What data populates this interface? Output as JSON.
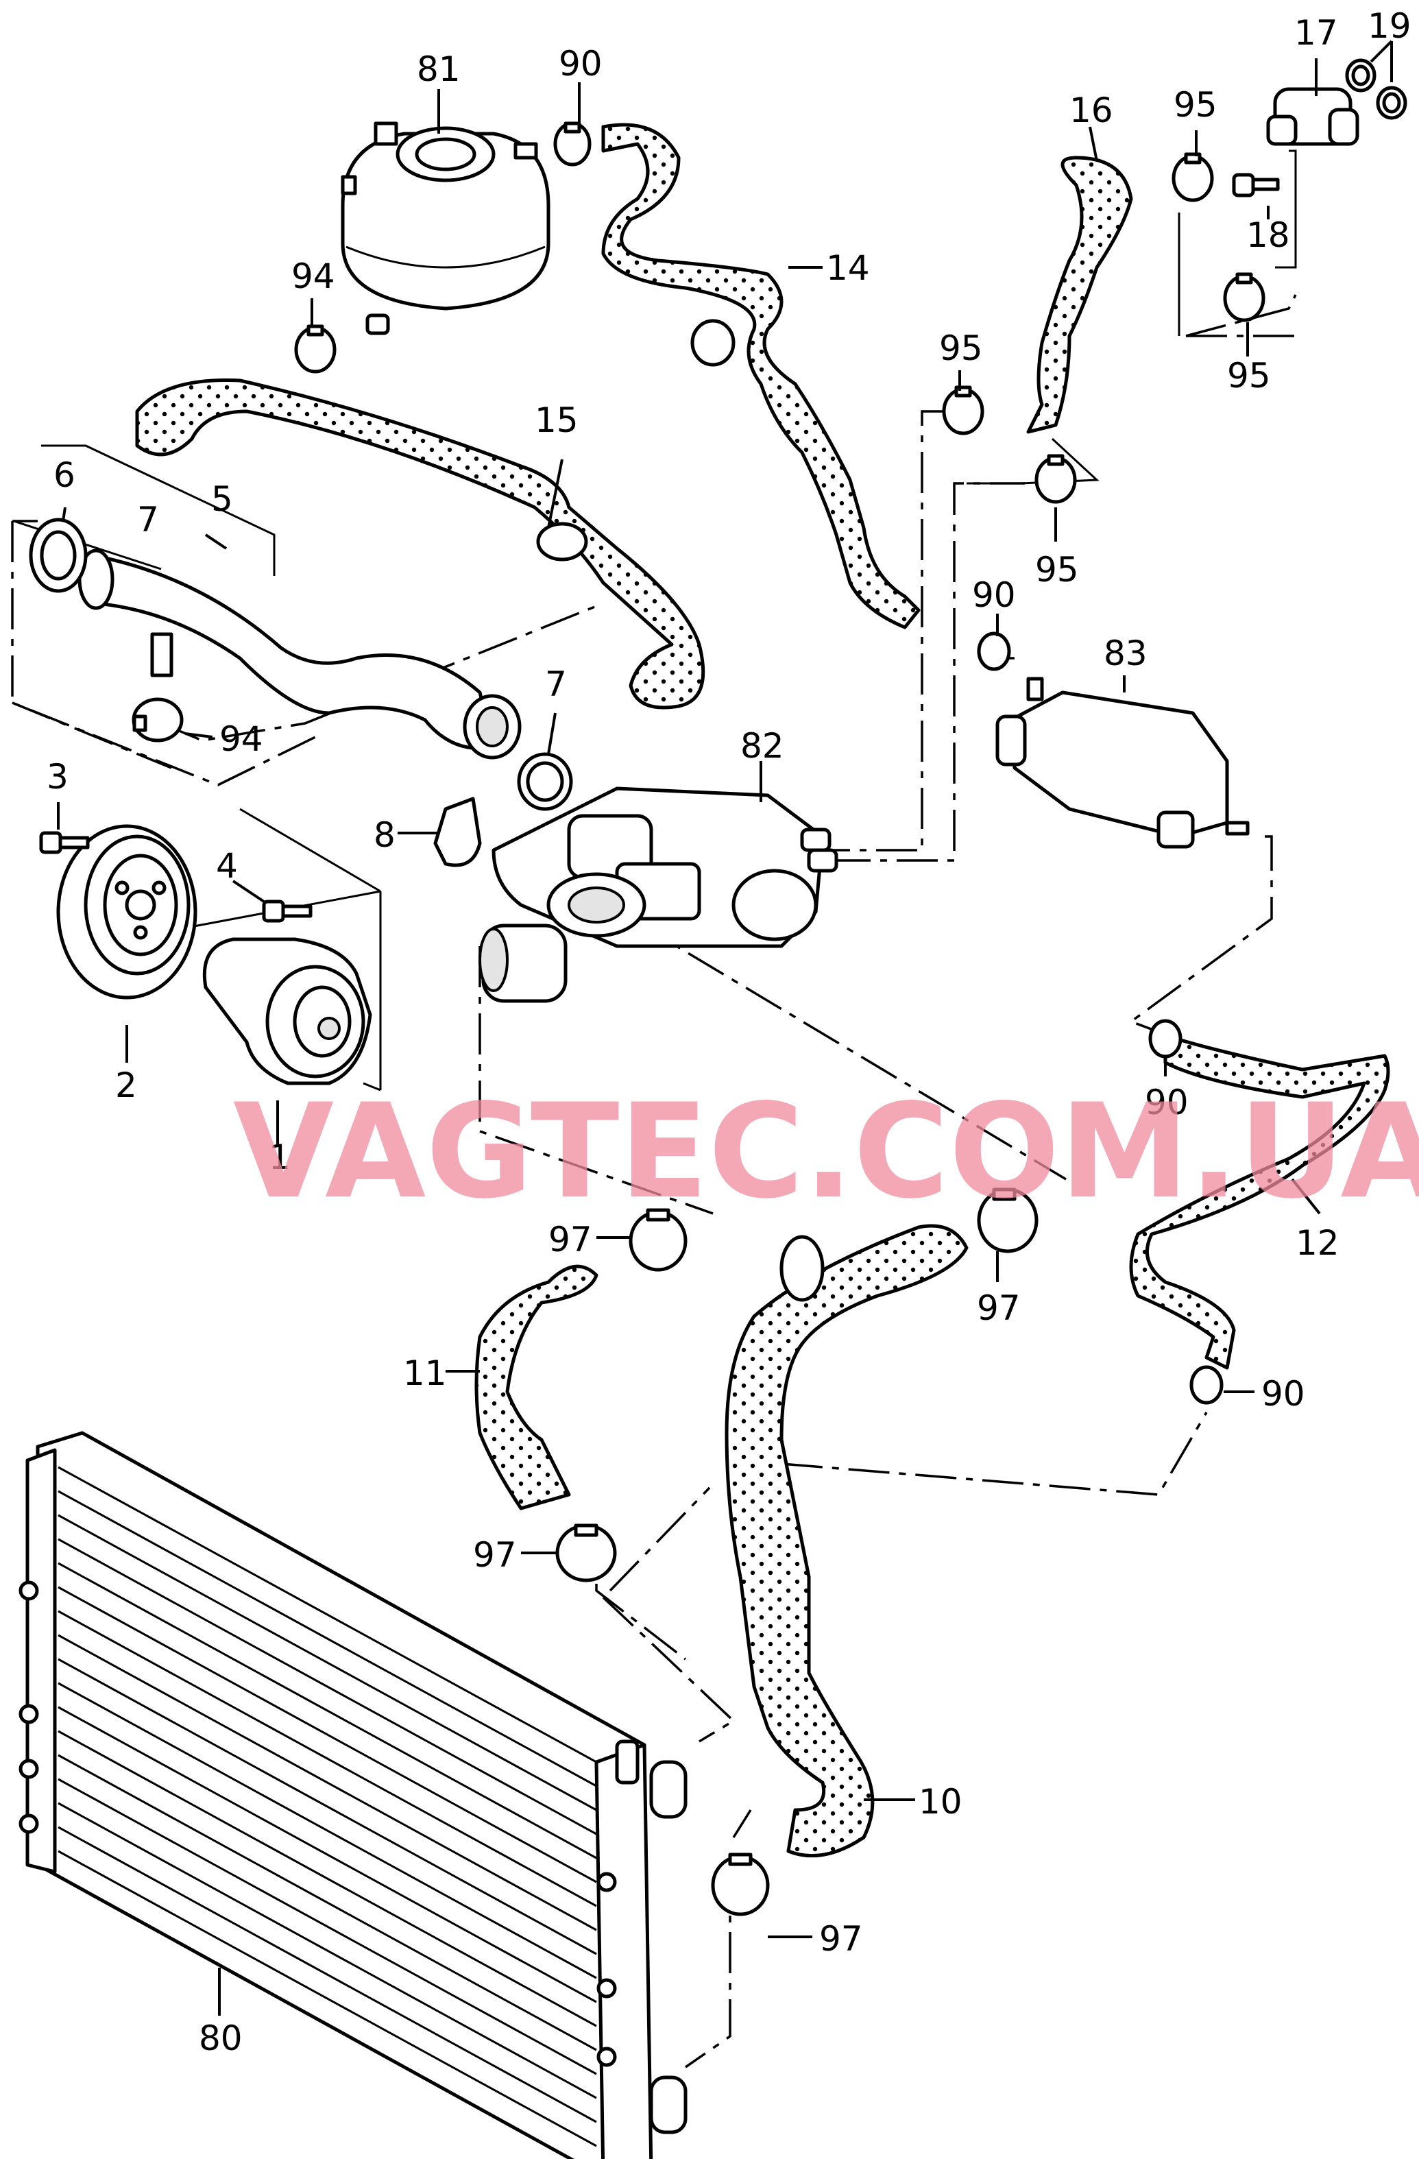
{
  "watermark": "VAGTEC.COM.UA",
  "callouts": {
    "c1": "1",
    "c2": "2",
    "c3": "3",
    "c4": "4",
    "c5": "5",
    "c6": "6",
    "c7a": "7",
    "c7b": "7",
    "c8": "8",
    "c10": "10",
    "c11": "11",
    "c12": "12",
    "c14": "14",
    "c15": "15",
    "c16": "16",
    "c17": "17",
    "c18": "18",
    "c19": "19",
    "c80": "80",
    "c81": "81",
    "c82": "82",
    "c83": "83",
    "c90a": "90",
    "c90b": "90",
    "c90c": "90",
    "c90d": "90",
    "c94a": "94",
    "c94b": "94",
    "c95a": "95",
    "c95b": "95",
    "c95c": "95",
    "c95d": "95",
    "c97a": "97",
    "c97b": "97",
    "c97c": "97",
    "c97d": "97"
  }
}
